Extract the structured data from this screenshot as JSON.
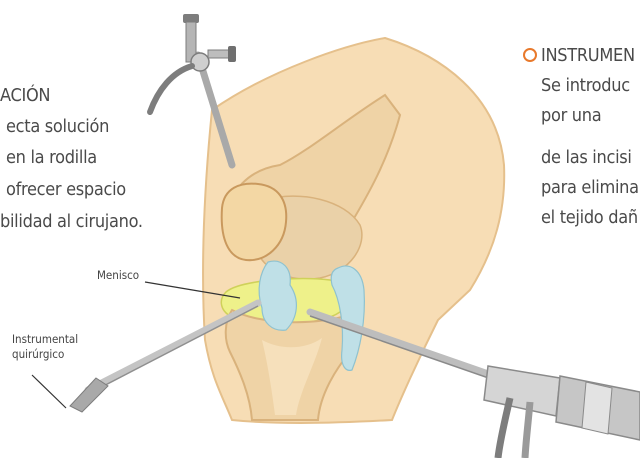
{
  "left_block": {
    "heading": "ACIÓN",
    "lines": [
      "ecta solución",
      "en la rodilla",
      "ofrecer espacio",
      "bilidad al cirujano."
    ]
  },
  "right_block": {
    "heading": "INSTRUMEN",
    "lines": [
      "Se introduc",
      "por una",
      "de las incisi",
      "para elimina",
      "el tejido dañ"
    ]
  },
  "labels": {
    "meniscus": "Menisco",
    "instrument_line1": "Instrumental",
    "instrument_line2": "quirúrgico"
  },
  "colors": {
    "accent": "#e8792b",
    "skin": "#f7ddb5",
    "skin_outline": "#e5c08c",
    "bone": "#efd3a6",
    "bone_shadow": "#d9b27c",
    "meniscus": "#eef18a",
    "ligament": "#bfe0e7",
    "metal": "#c9c9c9",
    "metal_dark": "#7d7d7d",
    "text": "#4a4a4a"
  }
}
